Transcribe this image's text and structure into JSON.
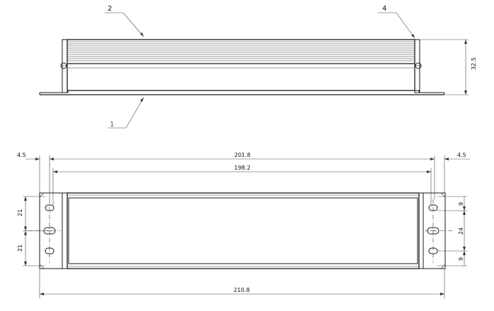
{
  "parts": {
    "part1": "1",
    "part2": "2",
    "part4": "4"
  },
  "dimensions": {
    "height_side": "32.5",
    "left_offset": "4.5",
    "right_offset": "4.5",
    "inner_length": "201.8",
    "body_length": "198.2",
    "total_length": "210.8",
    "left_upper": "21",
    "left_lower": "21",
    "right_top": "9",
    "right_middle": "24",
    "right_bottom": "9"
  },
  "colors": {
    "line": "#1a1a1a",
    "label_green": "#2a7a3a"
  }
}
